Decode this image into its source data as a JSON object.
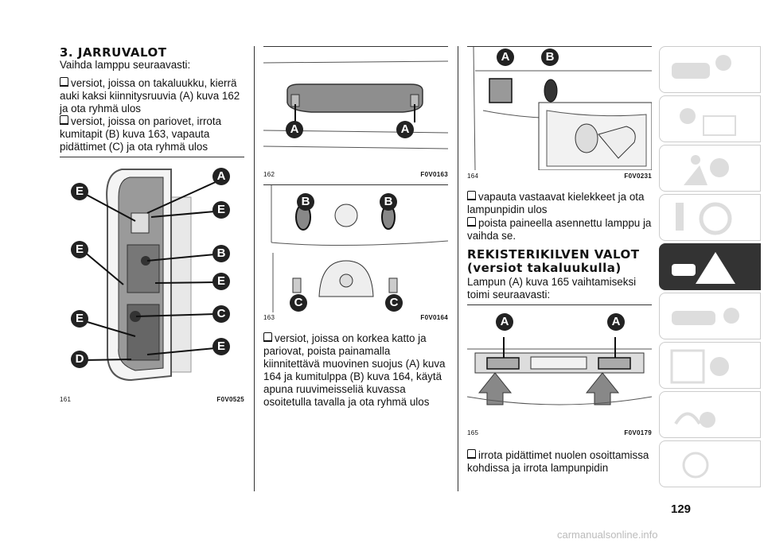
{
  "col1": {
    "heading": "3. JARRUVALOT",
    "intro": "Vaihda lamppu seuraavasti:",
    "bullet1": "versiot, joissa on takaluukku, kierrä auki kaksi kiinnitysruuvia (A) kuva 162 ja ota ryhmä ulos",
    "bullet2": "versiot, joissa on pariovet, irrota kumitapit (B) kuva 163, vapauta pidättimet (C) ja ota ryhmä ulos",
    "fig161": {
      "num": "161",
      "code": "F0V0525",
      "labels": [
        "A",
        "E",
        "E",
        "B",
        "E",
        "C",
        "E",
        "E",
        "E",
        "D"
      ]
    }
  },
  "col2": {
    "fig162": {
      "num": "162",
      "code": "F0V0163",
      "labels": [
        "A",
        "A"
      ]
    },
    "fig163": {
      "num": "163",
      "code": "F0V0164",
      "labels": [
        "B",
        "B",
        "C",
        "C"
      ]
    },
    "bullet": "versiot, joissa on korkea katto ja pariovat, poista painamalla kiinnitettävä muovinen suojus (A) kuva 164 ja kumitulppa (B) kuva 164, käytä apuna ruuvimeisseliä kuvassa osoitetulla tavalla ja ota ryhmä ulos"
  },
  "col3": {
    "fig164": {
      "num": "164",
      "code": "F0V0231",
      "labels": [
        "A",
        "B"
      ]
    },
    "bullet1": "vapauta vastaavat kielekkeet ja ota lampunpidin ulos",
    "bullet2": "poista paineella asennettu lamppu ja vaihda se.",
    "heading": "REKISTERIKILVEN VALOT (versiot takaluukulla)",
    "intro": "Lampun (A) kuva 165 vaihtamiseksi toimi seuraavasti:",
    "fig165": {
      "num": "165",
      "code": "F0V0179",
      "labels": [
        "A",
        "A"
      ]
    },
    "bullet3": "irrota pidättimet nuolen osoittamissa kohdissa ja irrota lampunpidin"
  },
  "page_number": "129",
  "watermark": "carmanualsonline.info",
  "nav_icons": [
    "car-info-icon",
    "warning-lights-icon",
    "airbag-seat-icon",
    "steering-key-icon",
    "breakdown-triangle-icon",
    "car-service-icon",
    "maintenance-list-icon",
    "multimedia-icon",
    "index-alphabet-icon"
  ],
  "active_tab_index": 4
}
